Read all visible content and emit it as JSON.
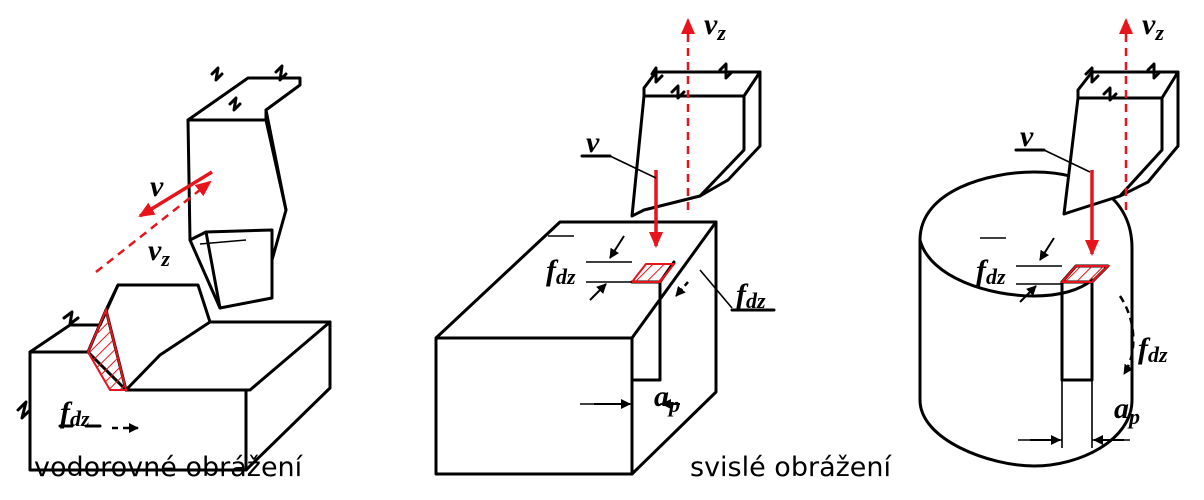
{
  "figure": {
    "horizontal": {
      "caption": "vodorovné obrážení",
      "label_v": "v",
      "label_vz": "v",
      "label_vz_sub": "z",
      "label_fdz": "f",
      "label_fdz_sub": "dz"
    },
    "vertical_block": {
      "label_vz": "v",
      "label_vz_sub": "z",
      "label_v": "v",
      "label_fdz_left": "f",
      "label_fdz_left_sub": "dz",
      "label_fdz_right": "f",
      "label_fdz_right_sub": "dz",
      "label_ap": "a",
      "label_ap_sub": "p"
    },
    "vertical_cylinder": {
      "label_vz": "v",
      "label_vz_sub": "z",
      "label_v": "v",
      "label_fdz_left": "f",
      "label_fdz_left_sub": "dz",
      "label_fdz_right": "f",
      "label_fdz_right_sub": "dz",
      "label_ap": "a",
      "label_ap_sub": "p"
    },
    "caption_vertical": "svislé obrážení",
    "colors": {
      "cut": "#e8141b",
      "line": "#000000"
    }
  }
}
